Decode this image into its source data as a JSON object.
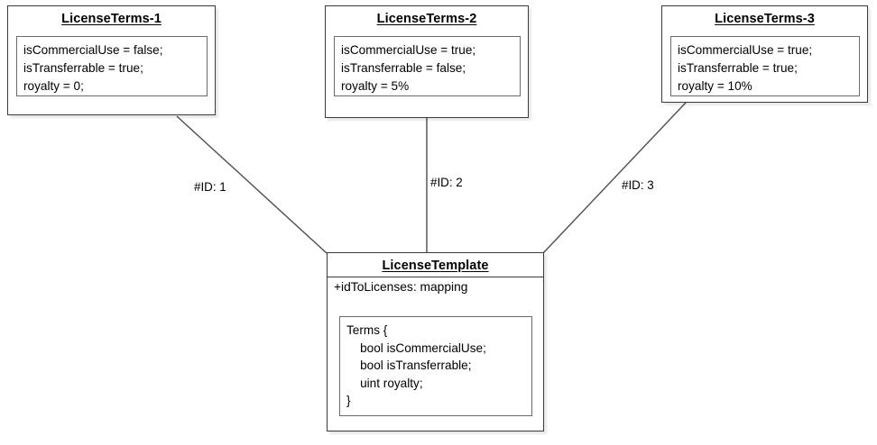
{
  "diagram": {
    "type": "uml-class-diagram",
    "title_style": "bold-underline",
    "colors": {
      "background": "#ffffff",
      "box_border": "#3b3b3b",
      "inner_border": "#6a6a6a",
      "connector": "#4d4d4d",
      "text": "#000000"
    },
    "license_terms": [
      {
        "title": "LicenseTerms-1",
        "attributes": [
          "isCommercialUse = false;",
          "isTransferrable = true;",
          "royalty = 0;"
        ],
        "edge_label": "#ID: 1"
      },
      {
        "title": "LicenseTerms-2",
        "attributes": [
          "isCommercialUse = true;",
          "isTransferrable = false;",
          "royalty = 5%"
        ],
        "edge_label": "#ID: 2"
      },
      {
        "title": "LicenseTerms-3",
        "attributes": [
          "isCommercialUse = true;",
          "isTransferrable = true;",
          "royalty = 10%"
        ],
        "edge_label": "#ID: 3"
      }
    ],
    "license_template": {
      "title": "LicenseTemplate",
      "attribute": "+idToLicenses: mapping",
      "struct": [
        "Terms {",
        "    bool isCommercialUse;",
        "    bool isTransferrable;",
        "    uint royalty;",
        "}"
      ]
    }
  }
}
